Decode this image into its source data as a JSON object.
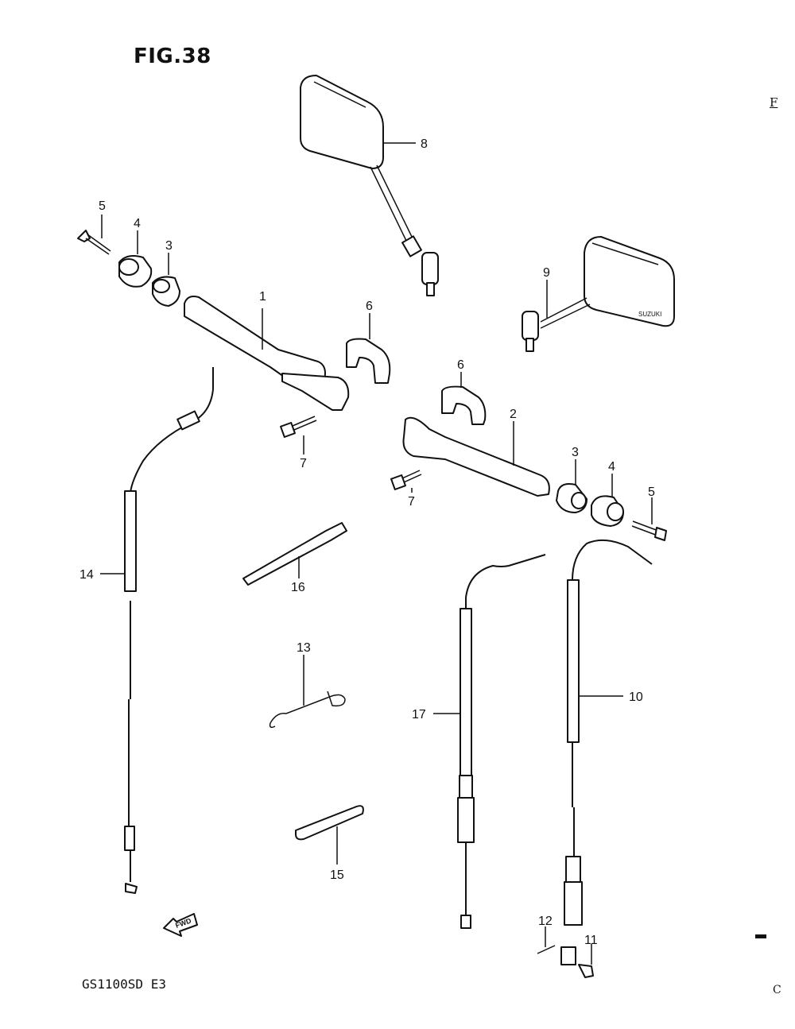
{
  "figure": {
    "title": "FIG.38",
    "model": "GS1100SD E3",
    "edge_letter_top": "F",
    "edge_letter_bottom": "C",
    "fwd_label": "FWD"
  },
  "callouts": [
    {
      "id": "c1",
      "label": "1"
    },
    {
      "id": "c2",
      "label": "2"
    },
    {
      "id": "c3a",
      "label": "3"
    },
    {
      "id": "c3b",
      "label": "3"
    },
    {
      "id": "c4a",
      "label": "4"
    },
    {
      "id": "c4b",
      "label": "4"
    },
    {
      "id": "c5a",
      "label": "5"
    },
    {
      "id": "c5b",
      "label": "5"
    },
    {
      "id": "c6a",
      "label": "6"
    },
    {
      "id": "c6b",
      "label": "6"
    },
    {
      "id": "c7a",
      "label": "7"
    },
    {
      "id": "c7b",
      "label": "7"
    },
    {
      "id": "c8",
      "label": "8"
    },
    {
      "id": "c9",
      "label": "9"
    },
    {
      "id": "c10",
      "label": "10"
    },
    {
      "id": "c11",
      "label": "11"
    },
    {
      "id": "c12",
      "label": "12"
    },
    {
      "id": "c13",
      "label": "13"
    },
    {
      "id": "c14",
      "label": "14"
    },
    {
      "id": "c15",
      "label": "15"
    },
    {
      "id": "c16",
      "label": "16"
    },
    {
      "id": "c17",
      "label": "17"
    }
  ],
  "mirror_brand": "SUZUKI"
}
